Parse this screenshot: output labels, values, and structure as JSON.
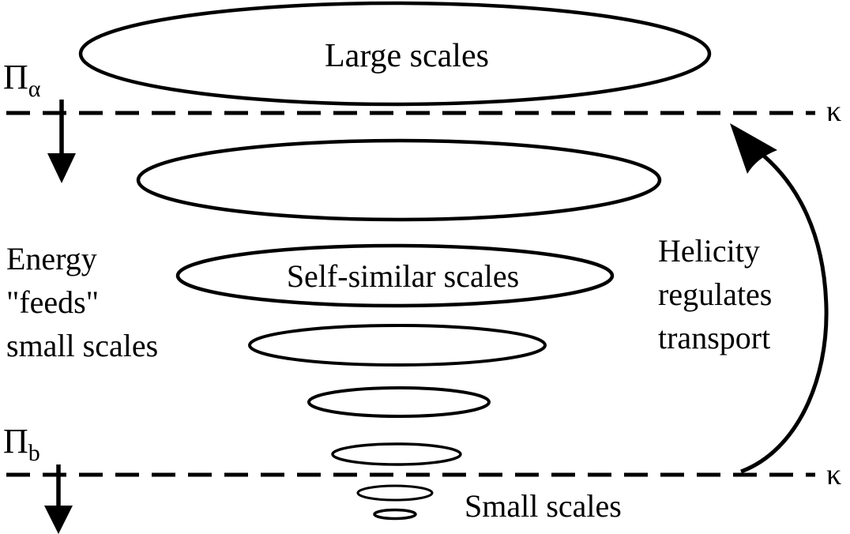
{
  "figure": {
    "type": "diagram",
    "topic": "turbulent energy cascade",
    "cascade": {
      "top_label": "Large scales",
      "middle_label": "Self-similar scales",
      "bottom_label": "Small scales",
      "ellipse_count": 8
    },
    "left": {
      "flux_top_symbol": "Π",
      "flux_top_subscript": "α",
      "flux_bottom_symbol": "Π",
      "flux_bottom_subscript": "b",
      "caption_lines": [
        "Energy",
        "\"feeds\"",
        "small scales"
      ]
    },
    "right": {
      "caption_lines": [
        "Helicity",
        "regulates",
        "transport"
      ],
      "kappa_top": "κ",
      "kappa_bottom": "κ"
    },
    "colors": {
      "ink": "#000000",
      "background": "#ffffff"
    }
  }
}
